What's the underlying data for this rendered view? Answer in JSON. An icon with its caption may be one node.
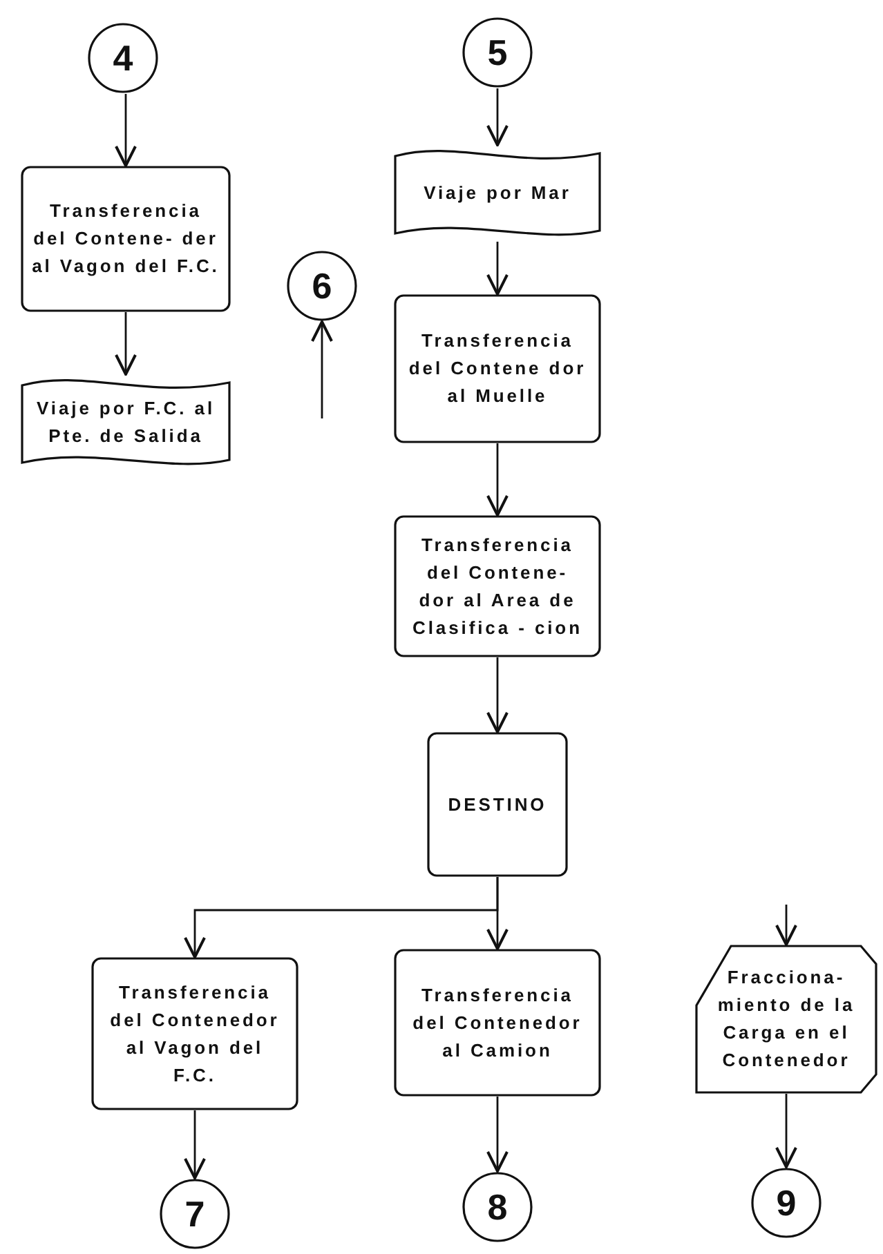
{
  "diagram": {
    "nodes": [
      {
        "text": [
          "4"
        ]
      },
      {
        "text": [
          "Transferencia del Contene- der al Vagon del F.C."
        ]
      },
      {
        "text": [
          "Viaje por F.C. al Pte. de Salida"
        ]
      },
      {
        "text": [
          "6"
        ]
      },
      {
        "text": [
          "5"
        ]
      },
      {
        "text": [
          "Viaje por Mar"
        ]
      },
      {
        "text": [
          "Transferencia del Contene dor al Muelle"
        ]
      },
      {
        "text": [
          "Transferencia del Contene- dor al Area de Clasifica - cion"
        ]
      },
      {
        "text": [
          "DESTINO"
        ]
      },
      {
        "text": [
          "Transferencia del Contenedor al Vagon del F.C."
        ]
      },
      {
        "text": [
          "Transferencia del Contenedor al Camion"
        ]
      },
      {
        "text": [
          "Fracciona- miento de la Carga en el Contenedor"
        ]
      },
      {
        "text": [
          "7"
        ]
      },
      {
        "text": [
          "8"
        ]
      },
      {
        "text": [
          "9"
        ]
      }
    ],
    "edges": [
      {
        "from": 0,
        "to": 1,
        "arrow": "to"
      },
      {
        "from": 1,
        "to": 2,
        "arrow": "to"
      },
      {
        "from": null,
        "to": 3,
        "arrow": "to"
      },
      {
        "from": 4,
        "to": 5,
        "arrow": "to"
      },
      {
        "from": 5,
        "to": 6,
        "arrow": "to"
      },
      {
        "from": 6,
        "to": 7,
        "arrow": "to"
      },
      {
        "from": 7,
        "to": 8,
        "arrow": "to"
      },
      {
        "from": 8,
        "to": 9,
        "arrow": "to"
      },
      {
        "from": 8,
        "to": 10,
        "arrow": "to"
      },
      {
        "from": null,
        "to": 11,
        "arrow": "to"
      },
      {
        "from": 9,
        "to": 12,
        "arrow": "to"
      },
      {
        "from": 10,
        "to": 13,
        "arrow": "to"
      },
      {
        "from": 11,
        "to": 14,
        "arrow": "to"
      }
    ]
  }
}
